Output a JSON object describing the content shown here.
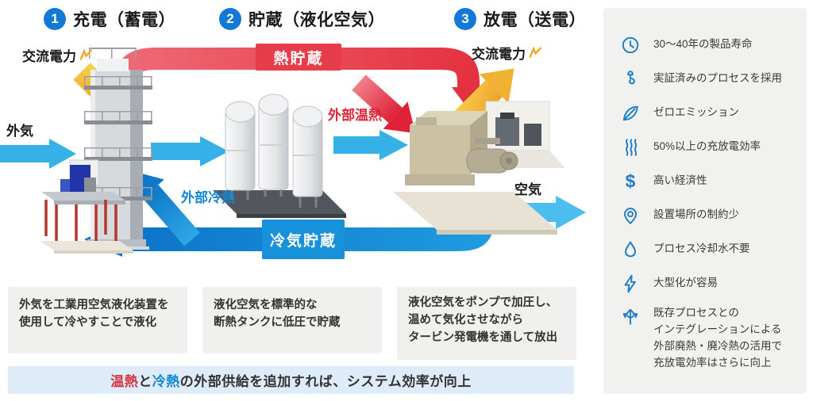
{
  "steps": [
    {
      "number": "1",
      "label": "充電（蓄電）"
    },
    {
      "number": "2",
      "label": "貯蔵（液化空気）"
    },
    {
      "number": "3",
      "label": "放電（送電）"
    }
  ],
  "flow_labels": {
    "ac_power_in": "交流電力",
    "outside_air": "外気",
    "heat_storage": "熱貯蔵",
    "external_heat": "外部温熱",
    "external_cold": "外部冷熱",
    "cold_storage": "冷気貯蔵",
    "ac_power_out": "交流電力",
    "air_out": "空気"
  },
  "descriptions": [
    {
      "text": "外気を工業用空気液化装置を\n使用して冷やすことで液化"
    },
    {
      "text": "液化空気を標準的な\n断熱タンクに低圧で貯蔵"
    },
    {
      "text": "液化空気をポンプで加圧し、\n温めて気化させながら\nタービン発電機を通して放出"
    }
  ],
  "banner": {
    "parts": [
      {
        "text": "温熱"
      },
      {
        "text": "と"
      },
      {
        "text": "冷熱"
      },
      {
        "text": "の外部供給を追加すれば、システム効率が向上"
      }
    ]
  },
  "sidebar": {
    "items": [
      {
        "icon": "clock-icon",
        "text": "30〜40年の製品寿命"
      },
      {
        "icon": "hook-icon",
        "text": "実証済みのプロセスを採用"
      },
      {
        "icon": "leaf-icon",
        "text": "ゼロエミッション"
      },
      {
        "icon": "heat-waves-icon",
        "text": "50%以上の充放電効率"
      },
      {
        "icon": "dollar-icon",
        "glyph": "$",
        "text": "高い経済性"
      },
      {
        "icon": "location-pin-icon",
        "text": "設置場所の制約少"
      },
      {
        "icon": "water-drop-icon",
        "text": "プロセス冷却水不要"
      },
      {
        "icon": "lightning-icon",
        "text": "大型化が容易"
      },
      {
        "icon": "branch-arrows-icon",
        "text": "既存プロセスとの\nインテグレーションによる\n外部廃熱・廃冷熱の活用で\n充放電効率はさらに向上"
      }
    ]
  },
  "colors": {
    "step_circle": "#1378d7",
    "hot_red": "#e6394a",
    "cold_light_blue": "#35b1e7",
    "cold_mid_blue": "#1691da",
    "cold_deep_blue": "#0d6fc0",
    "power_yellow": "#f2b838",
    "sidebar_icon_blue": "#1d7dcb",
    "sidebar_bg": "#f1f1ef",
    "desc_box_bg": "#f0f0ee",
    "banner_bg": "#ddecf8"
  }
}
